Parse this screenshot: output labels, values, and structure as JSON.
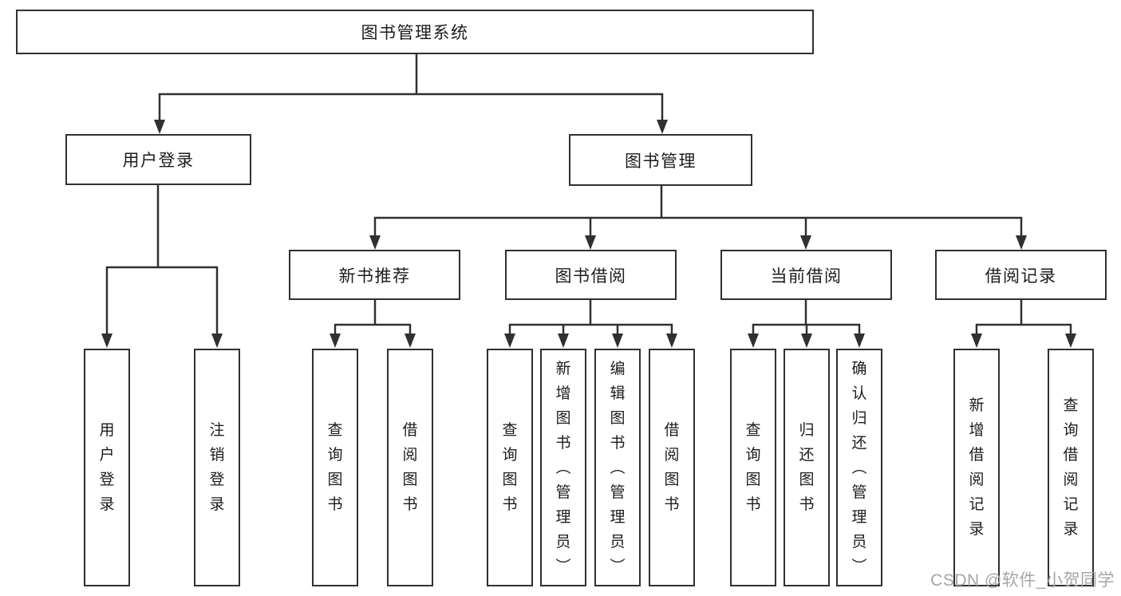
{
  "diagram": {
    "root": {
      "label": "图书管理系统"
    },
    "level2": {
      "user_login_group": {
        "label": "用户登录"
      },
      "book_mgmt": {
        "label": "图书管理"
      }
    },
    "level3": {
      "new_book_rec": {
        "label": "新书推荐"
      },
      "book_borrow": {
        "label": "图书借阅"
      },
      "current_borrow": {
        "label": "当前借阅"
      },
      "borrow_record": {
        "label": "借阅记录"
      }
    },
    "level4": {
      "user_login": {
        "label": "用户登录"
      },
      "logout": {
        "label": "注销登录"
      },
      "nb_query": {
        "label": "查询图书"
      },
      "nb_borrow": {
        "label": "借阅图书"
      },
      "bb_query": {
        "label": "查询图书"
      },
      "bb_add": {
        "label": "新增图书（管理员）"
      },
      "bb_edit": {
        "label": "编辑图书（管理员）"
      },
      "bb_borrow": {
        "label": "借阅图书"
      },
      "cb_query": {
        "label": "查询图书"
      },
      "cb_return": {
        "label": "归还图书"
      },
      "cb_confirm": {
        "label": "确认归还（管理员）"
      },
      "br_add": {
        "label": "新增借阅记录"
      },
      "br_query": {
        "label": "查询借阅记录"
      }
    }
  },
  "watermark": "CSDN @软件_小贺同学",
  "colors": {
    "line": "#303030",
    "text": "#1c1c1c",
    "background": "#ffffff",
    "watermark": "#a6a6a6"
  }
}
